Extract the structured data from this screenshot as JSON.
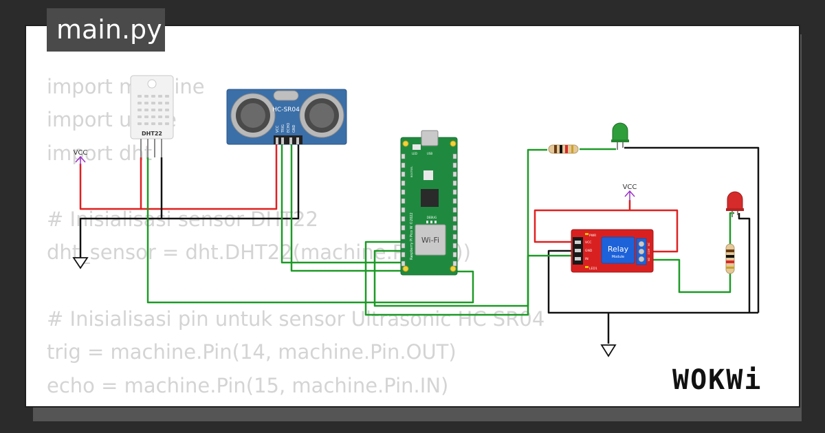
{
  "file_tab": {
    "name": "main.py"
  },
  "code_lines": [
    "import machine",
    "import utime",
    "import dht",
    "",
    "# Inisialisasi sensor DHT22",
    "dht_sensor = dht.DHT22(machine.Pin(13))",
    "",
    "# Inisialisasi pin untuk sensor Ultrasonic HC SR04",
    "trig = machine.Pin(14, machine.Pin.OUT)",
    "echo = machine.Pin(15, machine.Pin.IN)"
  ],
  "components": {
    "dht22": {
      "label": "DHT22"
    },
    "hcsr04": {
      "label": "HC-SR04",
      "pins": [
        "VCC",
        "TRIG",
        "ECHO",
        "GND"
      ]
    },
    "pico": {
      "wifi_label": "Wi-Fi",
      "board_label": "Raspberry Pi Pico W ©2022",
      "usb_label": "USB",
      "led_label": "LED",
      "debug_label": "DEBUG",
      "bootsel_label": "BOOTSEL"
    },
    "relay": {
      "title": "Relay",
      "subtitle": "Module",
      "pin_labels": [
        "VCC",
        "GND",
        "IN"
      ],
      "pwr_label": "PWR",
      "led1_label": "LED1",
      "terminal_labels": [
        "NC",
        "COM",
        "NO"
      ]
    },
    "power_labels": {
      "vcc": "VCC"
    },
    "led_green": {
      "color": "#2e9e3a"
    },
    "led_red": {
      "color": "#d62b2b"
    }
  },
  "branding": {
    "logo_text": "WOKWi"
  },
  "colors": {
    "wire_red": "#e01f1f",
    "wire_green": "#1c9a26",
    "wire_black": "#111111",
    "vcc_purple": "#9b30c6",
    "code_text": "#d4d4d4",
    "sensor_blue": "#3b6fa8",
    "pico_green": "#1f8a3f",
    "relay_red": "#d92020",
    "relay_blue": "#1d62d9"
  }
}
